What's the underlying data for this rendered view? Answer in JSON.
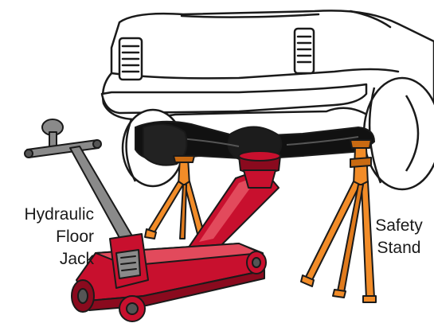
{
  "labels": {
    "jack": [
      "Hydraulic",
      "Floor",
      "Jack"
    ],
    "stand": [
      "Safety",
      "Stand"
    ]
  },
  "colors": {
    "outline": "#1a1a1a",
    "car_body": "#ffffff",
    "undercarriage": "#111111",
    "jack_red": "#c8102e",
    "jack_red_light": "#e24a5c",
    "jack_red_dark": "#8a0a1e",
    "stand_orange": "#f28c28",
    "stand_orange_dark": "#c96a12",
    "metal_gray": "#8a8a8a",
    "tire_gray": "#d9d9d9"
  }
}
